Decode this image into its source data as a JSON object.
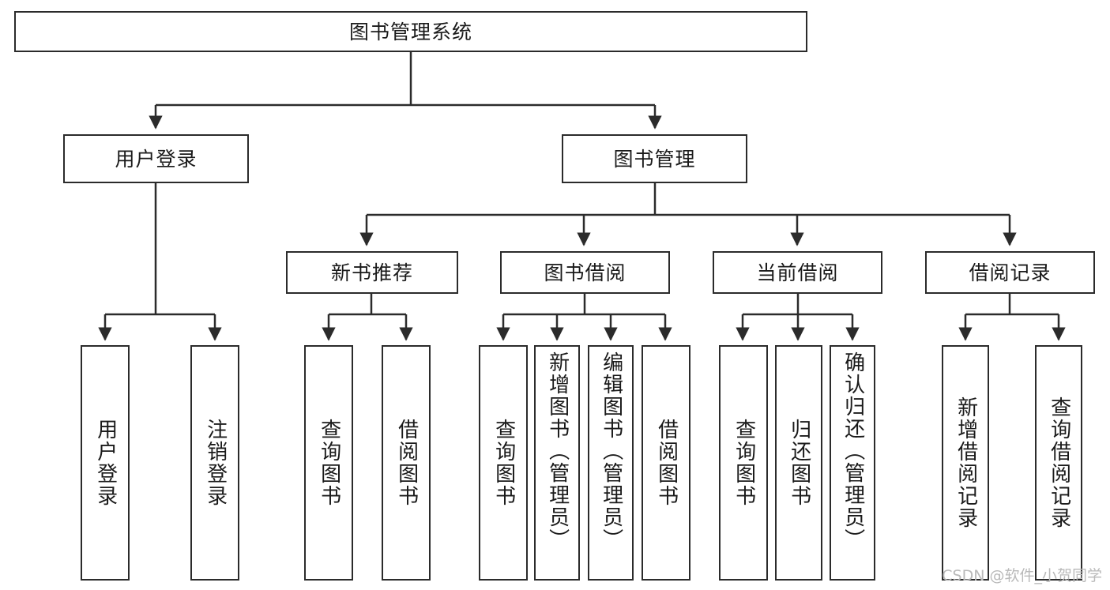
{
  "diagram": {
    "title": "图书管理系统",
    "type": "tree-hierarchy-chart",
    "line_color": "#2b2b2b",
    "box_fill": "#ffffff",
    "text_color": "#1a1a1a",
    "root": {
      "label": "图书管理系统"
    },
    "level2": [
      {
        "label": "用户登录"
      },
      {
        "label": "图书管理"
      }
    ],
    "level3": [
      {
        "label": "新书推荐"
      },
      {
        "label": "图书借阅"
      },
      {
        "label": "当前借阅"
      },
      {
        "label": "借阅记录"
      }
    ],
    "leaves": {
      "user_login": [
        {
          "label": "用户登录"
        },
        {
          "label": "注销登录"
        }
      ],
      "new_book_recommend": [
        {
          "label": "查询图书"
        },
        {
          "label": "借阅图书"
        }
      ],
      "book_borrow": [
        {
          "label": "查询图书"
        },
        {
          "label": "新增图书（管理员）"
        },
        {
          "label": "编辑图书（管理员）"
        },
        {
          "label": "借阅图书"
        }
      ],
      "current_borrow": [
        {
          "label": "查询图书"
        },
        {
          "label": "归还图书"
        },
        {
          "label": "确认归还（管理员）"
        }
      ],
      "borrow_record": [
        {
          "label": "新增借阅记录"
        },
        {
          "label": "查询借阅记录"
        }
      ]
    }
  },
  "watermark": {
    "text": "CSDN @软件_小贺同学",
    "color": "#b9b9b9"
  }
}
